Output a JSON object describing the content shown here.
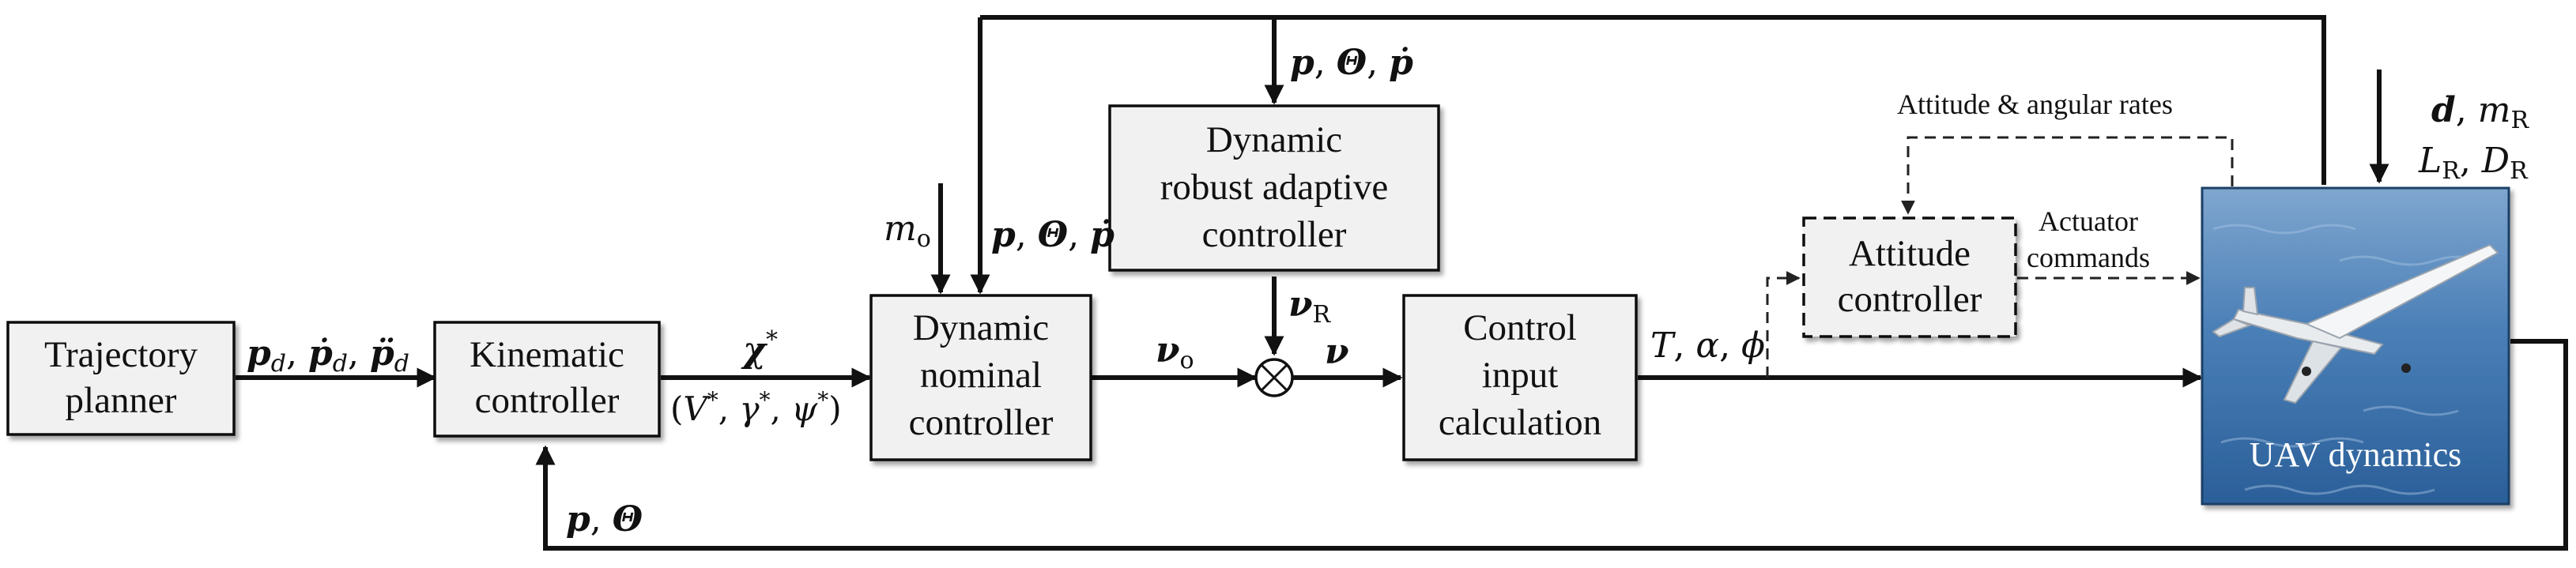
{
  "blocks": {
    "trajectory_planner": [
      "Trajectory",
      "planner"
    ],
    "kinematic_controller": [
      "Kinematic",
      "controller"
    ],
    "dynamic_nominal_controller": [
      "Dynamic",
      "nominal",
      "controller"
    ],
    "dynamic_robust_adaptive_controller": [
      "Dynamic",
      "robust adaptive",
      "controller"
    ],
    "control_input_calculation": [
      "Control",
      "input",
      "calculation"
    ],
    "attitude_controller": [
      "Attitude",
      "controller"
    ],
    "uav_dynamics": "UAV dynamics"
  },
  "signals": {
    "desired_trajectory": "p_d, ṗ_d, p̈_d",
    "chi_star": "χ*",
    "chi_star_components": "(V*, γ*, ψ*)",
    "nominal_output": "ν_o",
    "robust_output": "ν_R",
    "combined_command": "ν",
    "control_inputs": "T, α, ϕ",
    "feedback_to_kinematic": "p, Θ",
    "feedback_to_nominal": "p, Θ, ṗ",
    "feedback_to_robust": "p, Θ, ṗ",
    "nominal_mass": "m_o",
    "disturbances_line1": "d, m_R",
    "disturbances_line2": "L_R, D_R",
    "attitude_feedback": "Attitude & angular rates",
    "actuator_commands": [
      "Actuator",
      "commands"
    ]
  },
  "colors": {
    "block_fill": "#f1f1f1",
    "line": "#111111",
    "uav_water": "#3f74ad"
  },
  "icons": {
    "summing_junction": "summing-junction-icon",
    "uav": "fixed-wing-uav-icon"
  }
}
